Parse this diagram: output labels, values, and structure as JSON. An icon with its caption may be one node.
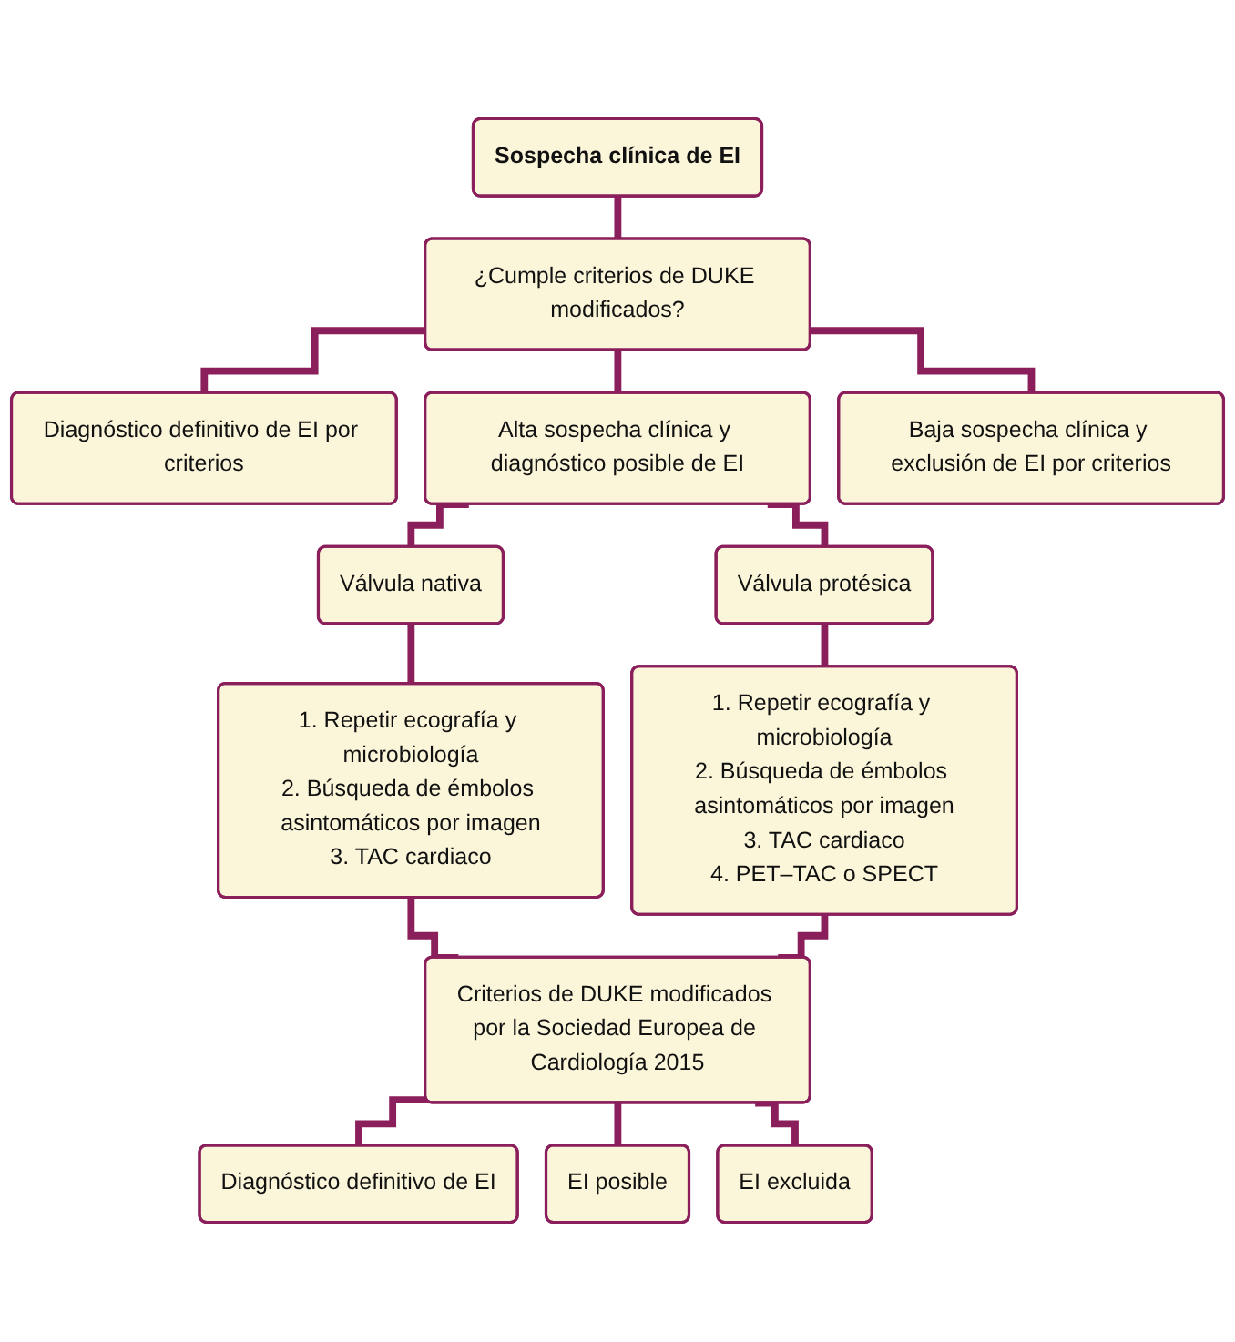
{
  "diagram": {
    "nodes": [
      {
        "text": [
          "Sospecha clínica de EI"
        ]
      },
      {
        "text": [
          "¿Cumple criterios de DUKE modificados?"
        ]
      },
      {
        "text": [
          "Diagnóstico definitivo de EI por criterios"
        ]
      },
      {
        "text": [
          "Alta sospecha clínica y diagnóstico posible de EI"
        ]
      },
      {
        "text": [
          "Baja sospecha clínica y exclusión de EI por criterios"
        ]
      },
      {
        "text": [
          "Válvula nativa"
        ]
      },
      {
        "text": [
          "Válvula protésica"
        ]
      },
      {
        "text": [
          "1. Repetir ecografía y microbiología",
          "2. Búsqueda de émbolos asintomáticos por imagen",
          "3. TAC cardiaco"
        ]
      },
      {
        "text": [
          "1. Repetir ecografía y microbiología",
          "2. Búsqueda de émbolos asintomáticos por imagen",
          "3. TAC cardiaco",
          "4. PET–TAC o SPECT"
        ]
      },
      {
        "text": [
          "Criterios de DUKE modificados por la Sociedad Europea de Cardiología 2015"
        ]
      },
      {
        "text": [
          "Diagnóstico definitivo de EI"
        ]
      },
      {
        "text": [
          "EI posible"
        ]
      },
      {
        "text": [
          "EI excluida"
        ]
      }
    ],
    "edges": [
      {
        "from": 0,
        "to": 1,
        "arrow": "none"
      },
      {
        "from": 1,
        "to": 2,
        "arrow": "none"
      },
      {
        "from": 1,
        "to": 3,
        "arrow": "none"
      },
      {
        "from": 1,
        "to": 4,
        "arrow": "none"
      },
      {
        "from": 3,
        "to": 5,
        "arrow": "none"
      },
      {
        "from": 3,
        "to": 6,
        "arrow": "none"
      },
      {
        "from": 5,
        "to": 7,
        "arrow": "none"
      },
      {
        "from": 6,
        "to": 8,
        "arrow": "none"
      },
      {
        "from": 7,
        "to": 9,
        "arrow": "none"
      },
      {
        "from": 8,
        "to": 9,
        "arrow": "none"
      },
      {
        "from": 9,
        "to": 10,
        "arrow": "none"
      },
      {
        "from": 9,
        "to": 11,
        "arrow": "none"
      },
      {
        "from": 9,
        "to": 12,
        "arrow": "none"
      }
    ]
  }
}
